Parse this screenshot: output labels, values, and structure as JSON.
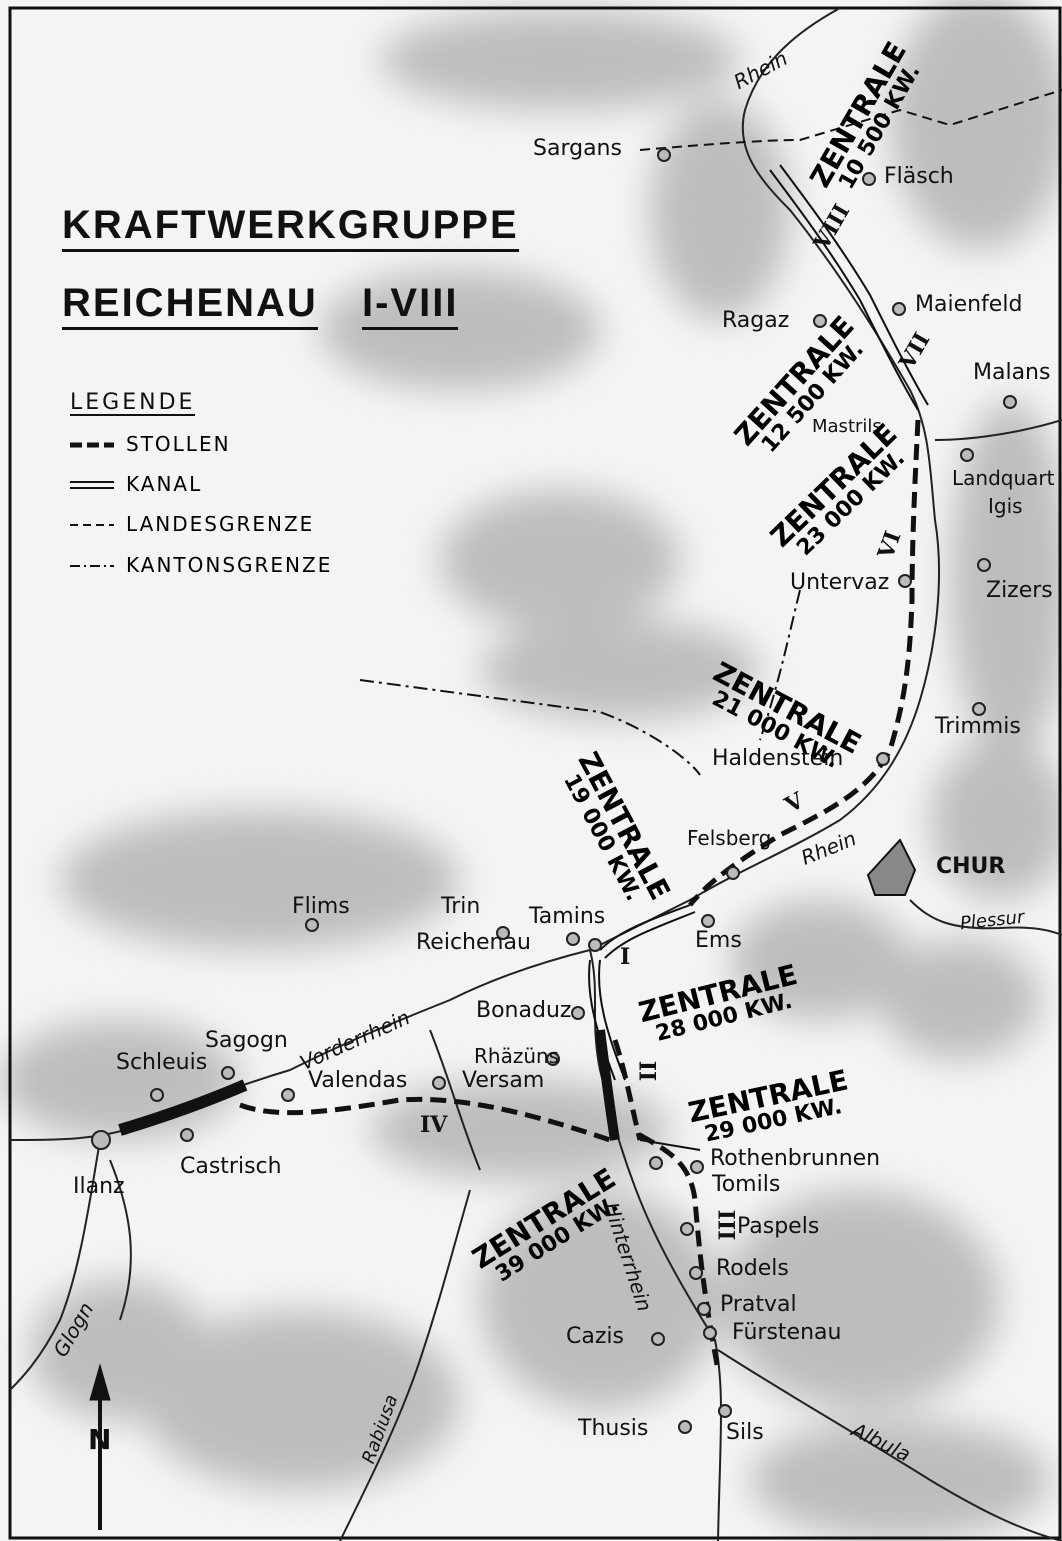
{
  "title": {
    "line1": "KRAFTWERKGRUPPE",
    "line2_a": "REICHENAU",
    "line2_b": "I-VIII"
  },
  "legend": {
    "heading": "LEGENDE",
    "items": [
      {
        "symbol": "stollen",
        "label": "STOLLEN"
      },
      {
        "symbol": "kanal",
        "label": "KANAL"
      },
      {
        "symbol": "landesgrenze",
        "label": "LANDESGRENZE"
      },
      {
        "symbol": "kantonsgrenze",
        "label": "KANTONSGRENZE"
      }
    ]
  },
  "places": {
    "sargans": "Sargans",
    "flasch": "Fläsch",
    "ragaz": "Ragaz",
    "maienfeld": "Maienfeld",
    "malans": "Malans",
    "mastrils": "Mastrils",
    "landquart": "Landquart",
    "igis": "Igis",
    "zizers": "Zizers",
    "untervaz": "Untervaz",
    "trimmis": "Trimmis",
    "haldenstein": "Haldenstein",
    "felsberg": "Felsberg",
    "chur": "CHUR",
    "flims": "Flims",
    "trin": "Trin",
    "tamins": "Tamins",
    "reichenau": "Reichenau",
    "ems": "Ems",
    "bonaduz": "Bonaduz",
    "rhazuns": "Rhäzüns",
    "versam": "Versam",
    "valendas": "Valendas",
    "sagogn": "Sagogn",
    "schleuis": "Schleuis",
    "castrisch": "Castrisch",
    "ilanz": "Ilanz",
    "rothenbrunnen": "Rothenbrunnen",
    "tomils": "Tomils",
    "paspels": "Paspels",
    "rodels": "Rodels",
    "pratval": "Pratval",
    "furstenau": "Fürstenau",
    "cazis": "Cazis",
    "thusis": "Thusis",
    "sils": "Sils"
  },
  "rivers": {
    "rhein_top": "Rhein",
    "rhein_chur": "Rhein",
    "plessur": "Plessur",
    "vorderrhein": "Vorderrhein",
    "hinterrhein": "Hinterrhein",
    "rabiusa": "Rabiusa",
    "glogn": "Glogn",
    "albula": "Albula"
  },
  "zentralen": [
    {
      "word": "ZENTRALE",
      "power": "10 500 KW."
    },
    {
      "word": "ZENTRALE",
      "power": "12 500 KW."
    },
    {
      "word": "ZENTRALE",
      "power": "23 000 KW."
    },
    {
      "word": "ZENTRALE",
      "power": "21 000 KW."
    },
    {
      "word": "ZENTRALE",
      "power": "19 000 KW."
    },
    {
      "word": "ZENTRALE",
      "power": "28 000 KW."
    },
    {
      "word": "ZENTRALE",
      "power": "29 000 KW."
    },
    {
      "word": "ZENTRALE",
      "power": "39 000 KW."
    }
  ],
  "stages": {
    "i": "I",
    "ii": "II",
    "iii": "III",
    "iv": "IV",
    "v": "V",
    "vi": "VI",
    "vii": "VII",
    "viii": "VIII"
  },
  "north": "N"
}
